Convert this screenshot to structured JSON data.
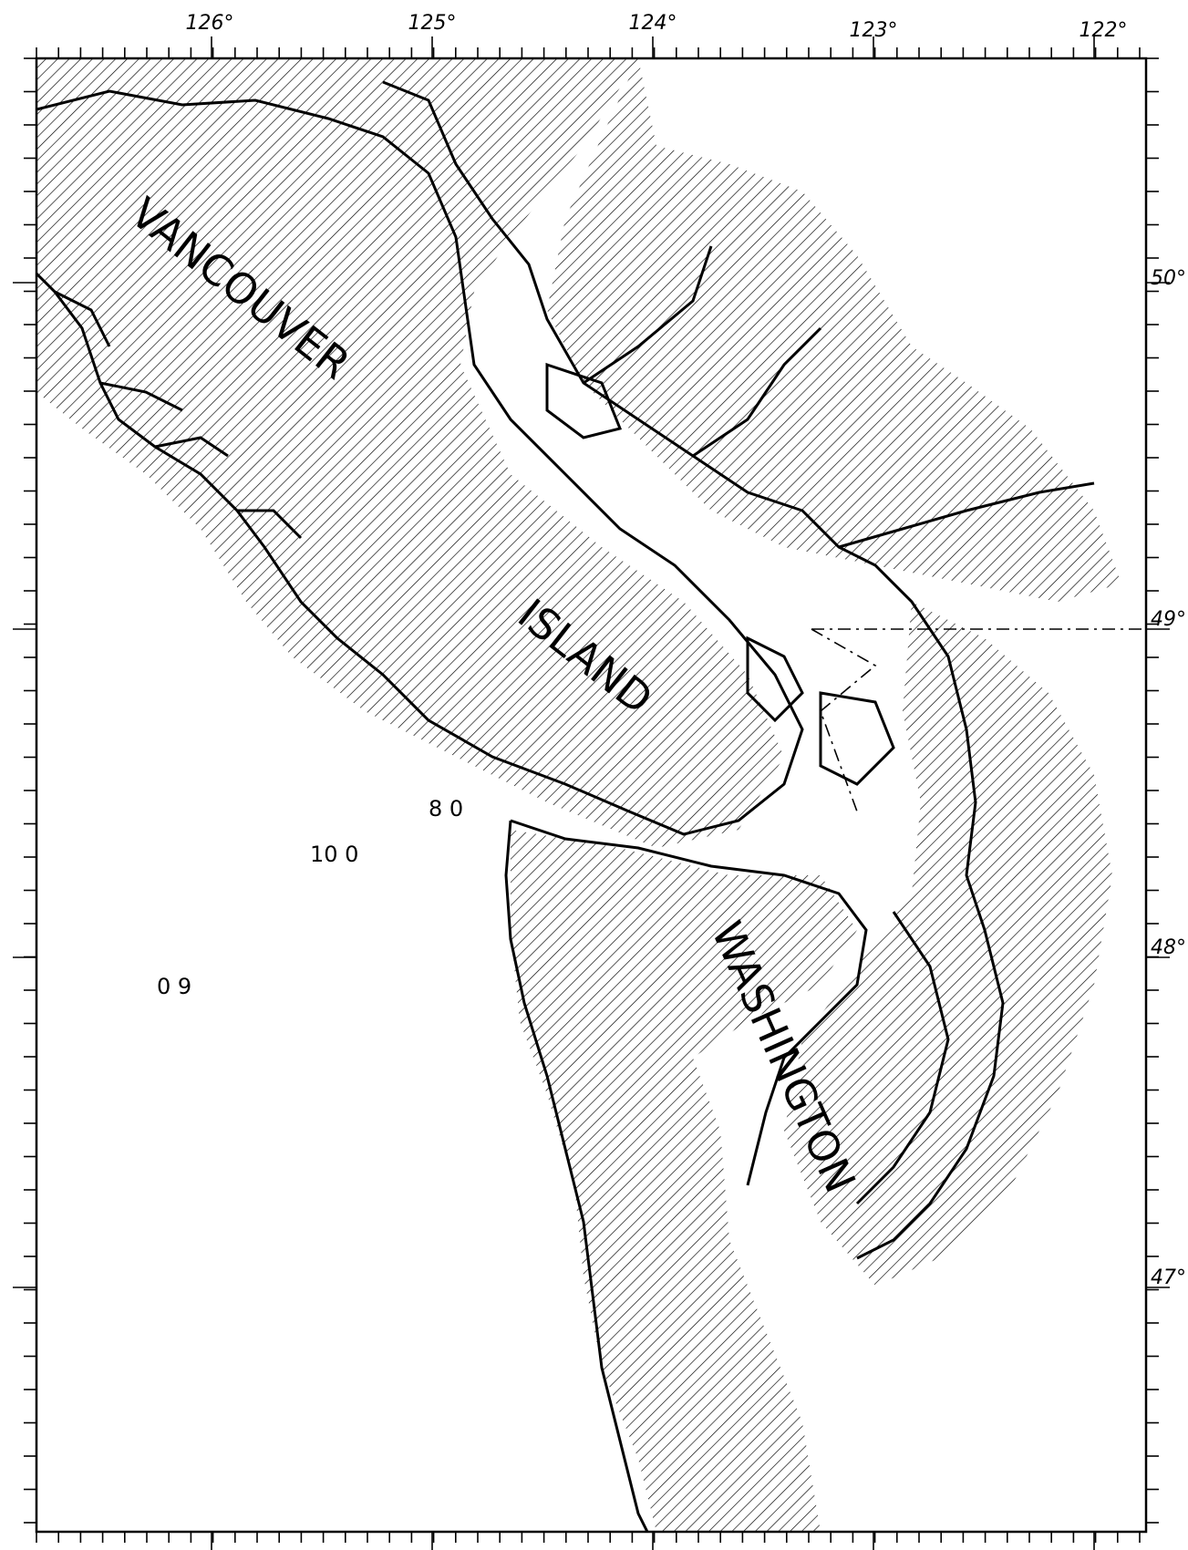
{
  "map": {
    "longitude_labels": [
      "126°",
      "125°",
      "124°",
      "123°",
      "122°"
    ],
    "latitude_labels": [
      "50°",
      "49°",
      "48°",
      "47°"
    ],
    "region_labels": {
      "vancouver_island_word1": "VANCOUVER",
      "vancouver_island_word2": "ISLAND",
      "washington": "WASHINGTON"
    },
    "station_labels": [
      "8 0",
      "10 0",
      "0 9"
    ],
    "colors": {
      "ink": "#000000",
      "paper": "#ffffff"
    }
  }
}
